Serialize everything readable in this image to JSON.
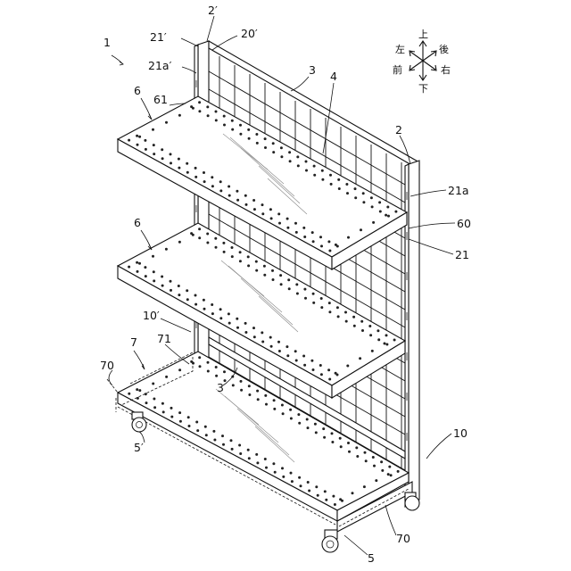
{
  "labels": {
    "l1": "1",
    "l2": "2",
    "l2p": "2′",
    "l3a": "3",
    "l3b": "3",
    "l4": "4",
    "l5": "5",
    "l5p": "5′",
    "l6a": "6",
    "l6b": "6",
    "l7": "7",
    "l10": "10",
    "l10p": "10′",
    "l20p": "20′",
    "l21": "21",
    "l21a": "21a",
    "l21p": "21′",
    "l21ap": "21a′",
    "l60": "60",
    "l61": "61",
    "l70a": "70",
    "l70b": "70",
    "l71": "71"
  },
  "compass": {
    "up": "上",
    "down": "下",
    "left": "左",
    "right": "右",
    "front": "前",
    "back": "後"
  }
}
